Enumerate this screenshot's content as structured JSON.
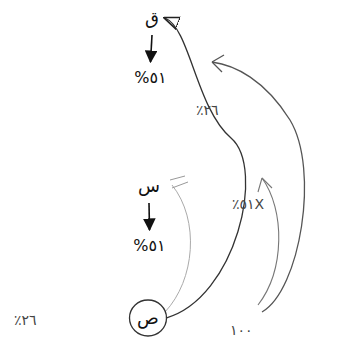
{
  "diagram": {
    "nodes": [
      {
        "text": [
          "ق"
        ]
      },
      {
        "text": [
          "%٥١"
        ]
      },
      {
        "text": [
          "س"
        ]
      },
      {
        "text": [
          "%٥١"
        ]
      },
      {
        "text": [
          "ص"
        ]
      }
    ],
    "edges": [
      {
        "from": 0,
        "to": 1,
        "arrow": "to"
      },
      {
        "from": 2,
        "to": 3,
        "arrow": "to"
      },
      {
        "from": 4,
        "to": 0,
        "arrow": "to"
      }
    ],
    "labels": [
      "٪٢٦",
      "٪٥١X",
      "١٠٠",
      "٪٢٦"
    ]
  }
}
